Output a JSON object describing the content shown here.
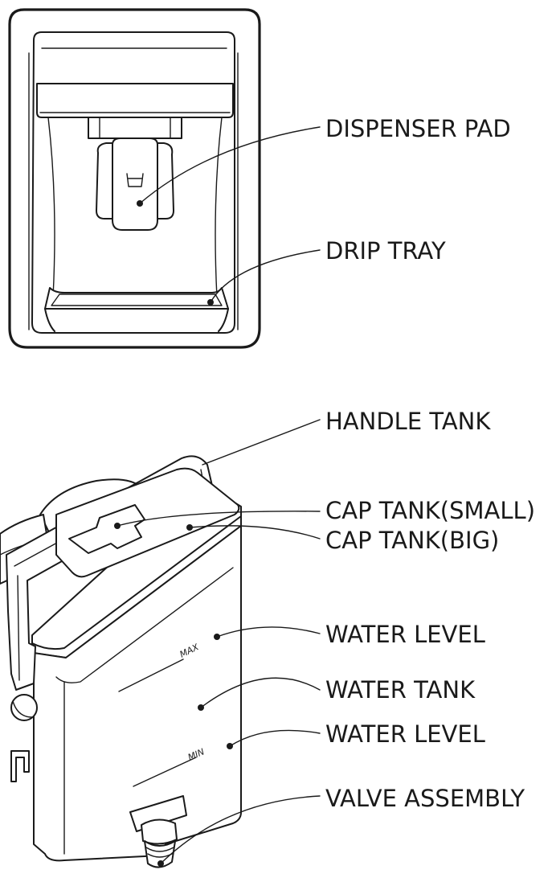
{
  "dispenser": {
    "callouts": {
      "dispenser_pad": "DISPENSER PAD",
      "drip_tray": "DRIP TRAY"
    }
  },
  "water_tank": {
    "callouts": {
      "handle_tank": "HANDLE TANK",
      "cap_tank_small": "CAP TANK(SMALL)",
      "cap_tank_big": "CAP TANK(BIG)",
      "water_level_max": "WATER LEVEL",
      "water_tank": "WATER TANK",
      "water_level_min": "WATER LEVEL",
      "valve_assembly": "VALVE ASSEMBLY"
    },
    "marks": {
      "max": "MAX",
      "min": "MIN"
    }
  }
}
